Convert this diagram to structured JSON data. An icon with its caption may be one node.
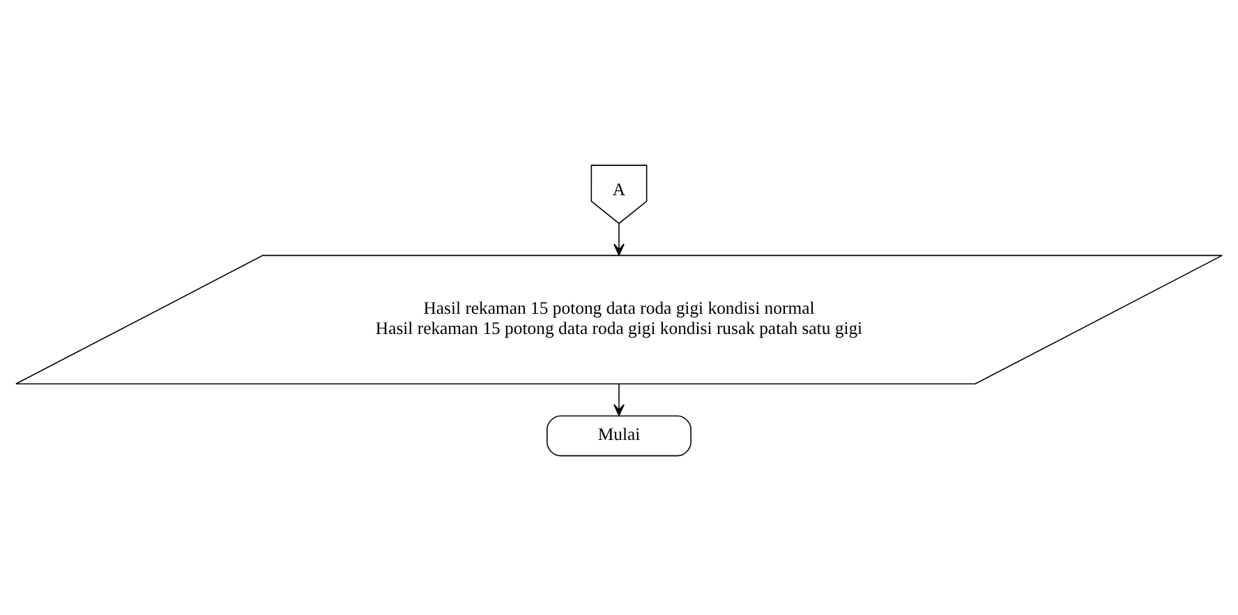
{
  "diagram": {
    "nodes": [
      {
        "text": [
          "A"
        ]
      },
      {
        "text": [
          "Hasil rekaman 15 potong data roda gigi kondisi normal",
          "Hasil rekaman 15 potong data roda gigi kondisi rusak patah satu gigi"
        ]
      },
      {
        "text": [
          "Mulai"
        ]
      }
    ],
    "edges": [
      {
        "from": 0,
        "to": 1,
        "arrow": "to"
      },
      {
        "from": 1,
        "to": 2,
        "arrow": "to"
      }
    ]
  }
}
